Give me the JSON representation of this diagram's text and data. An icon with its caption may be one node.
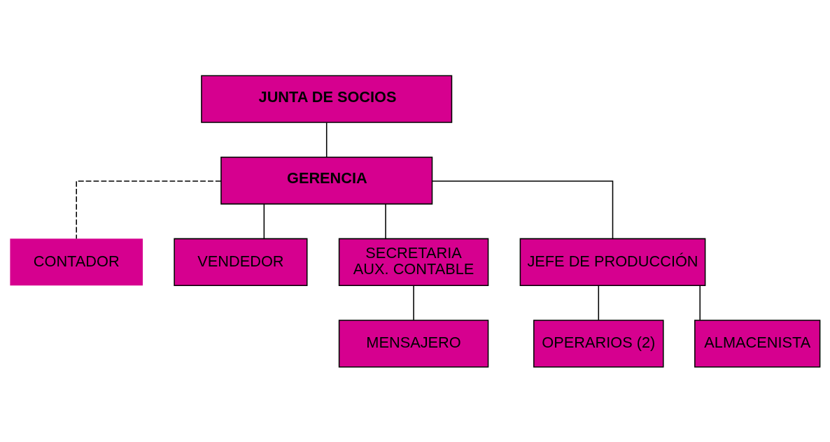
{
  "diagram": {
    "nodes": [
      {
        "text": [
          "JUNTA DE SOCIOS"
        ]
      },
      {
        "text": [
          "GERENCIA"
        ]
      },
      {
        "text": [
          "CONTADOR"
        ]
      },
      {
        "text": [
          "VENDEDOR"
        ]
      },
      {
        "text": [
          "SECRETARIA",
          "AUX. CONTABLE"
        ]
      },
      {
        "text": [
          "JEFE DE PRODUCCIÓN"
        ]
      },
      {
        "text": [
          "MENSAJERO"
        ]
      },
      {
        "text": [
          "OPERARIOS (2)"
        ]
      },
      {
        "text": [
          "ALMACENISTA"
        ]
      }
    ],
    "edges": [
      {
        "from": 0,
        "to": 1,
        "arrow": "none"
      },
      {
        "from": 1,
        "to": 2,
        "arrow": "none",
        "style": "dashed"
      },
      {
        "from": 1,
        "to": 3,
        "arrow": "none"
      },
      {
        "from": 1,
        "to": 4,
        "arrow": "none"
      },
      {
        "from": 1,
        "to": 5,
        "arrow": "none"
      },
      {
        "from": 4,
        "to": 6,
        "arrow": "none"
      },
      {
        "from": 5,
        "to": 7,
        "arrow": "none"
      },
      {
        "from": 5,
        "to": 8,
        "arrow": "none"
      }
    ]
  }
}
